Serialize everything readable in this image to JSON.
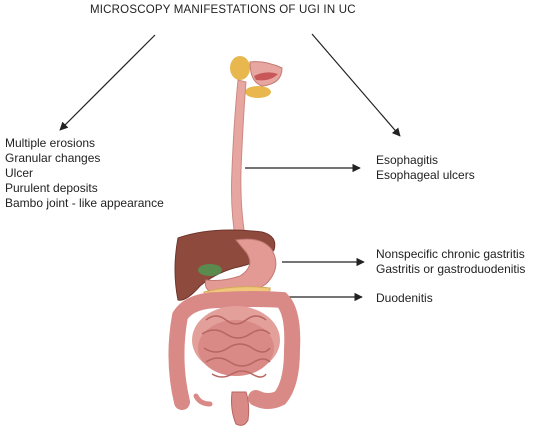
{
  "title": "MICROSCOPY MANIFESTATIONS OF UGI IN UC",
  "left_findings": [
    "Multiple erosions",
    "Granular changes",
    "Ulcer",
    "Purulent deposits",
    "Bambo joint - like appearance"
  ],
  "esophagus_findings": [
    "Esophagitis",
    "Esophageal ulcers"
  ],
  "stomach_findings": [
    "Nonspecific chronic gastritis",
    "Gastritis or gastroduodenitis"
  ],
  "duodenum_findings": [
    "Duodenitis"
  ],
  "colors": {
    "liver": "#8f4a3e",
    "esophagus": "#e8a6a0",
    "stomach": "#e39a95",
    "intestine": "#d98a86",
    "gallbladder": "#5b8a4e",
    "pancreas": "#f0c77a",
    "salivary_gland": "#e8b84e",
    "arrow": "#222222"
  },
  "icons": [
    "digestive-system-illustration"
  ]
}
